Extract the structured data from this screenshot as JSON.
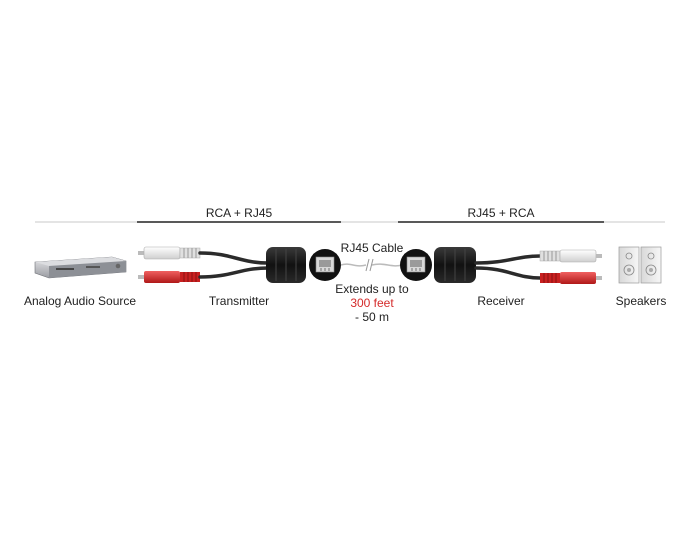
{
  "headers": {
    "left": "RCA + RJ45",
    "right": "RJ45 + RCA"
  },
  "labels": {
    "source": "Analog Audio Source",
    "transmitter": "Transmitter",
    "cable": "RJ45 Cable",
    "extends_line1": "Extends up to",
    "extends_distance": "300 feet",
    "extends_line3": "- 50 m",
    "receiver": "Receiver",
    "speakers": "Speakers"
  },
  "colors": {
    "red_plug": "#d42a2a",
    "white_plug": "#f2f2f2",
    "adapter": "#1a1a1a",
    "cable": "#2b2b2b",
    "highlight": "#d42a2a"
  }
}
